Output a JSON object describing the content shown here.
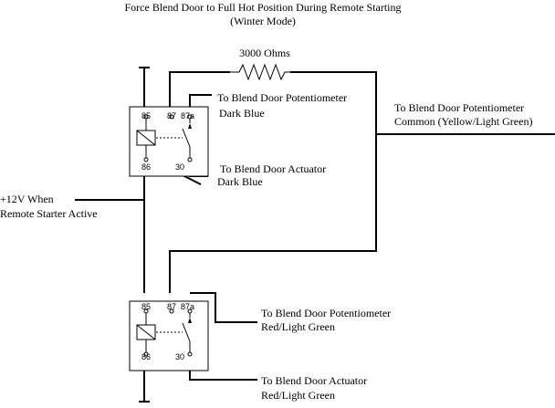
{
  "title": {
    "line1": "Force Blend Door to Full Hot Position During Remote Starting",
    "line2": "(Winter Mode)"
  },
  "resistor_label": "3000 Ohms",
  "labels": {
    "pot_common_1": "To Blend Door Potentiometer",
    "pot_common_2": "Common (Yellow/Light Green)",
    "v12_1": "+12V When",
    "v12_2": "Remote Starter Active",
    "r1_pot_1": "To Blend Door Potentiometer",
    "r1_pot_2": "Dark Blue",
    "r1_act_1": "To Blend Door Actuator",
    "r1_act_2": "Dark Blue",
    "r2_pot_1": "To Blend Door Potentiometer",
    "r2_pot_2": "Red/Light Green",
    "r2_act_1": "To Blend Door Actuator",
    "r2_act_2": "Red/Light Green"
  },
  "relay_pins": {
    "p85": "85",
    "p86": "86",
    "p87": "87",
    "p87a": "87a",
    "p30": "30"
  }
}
